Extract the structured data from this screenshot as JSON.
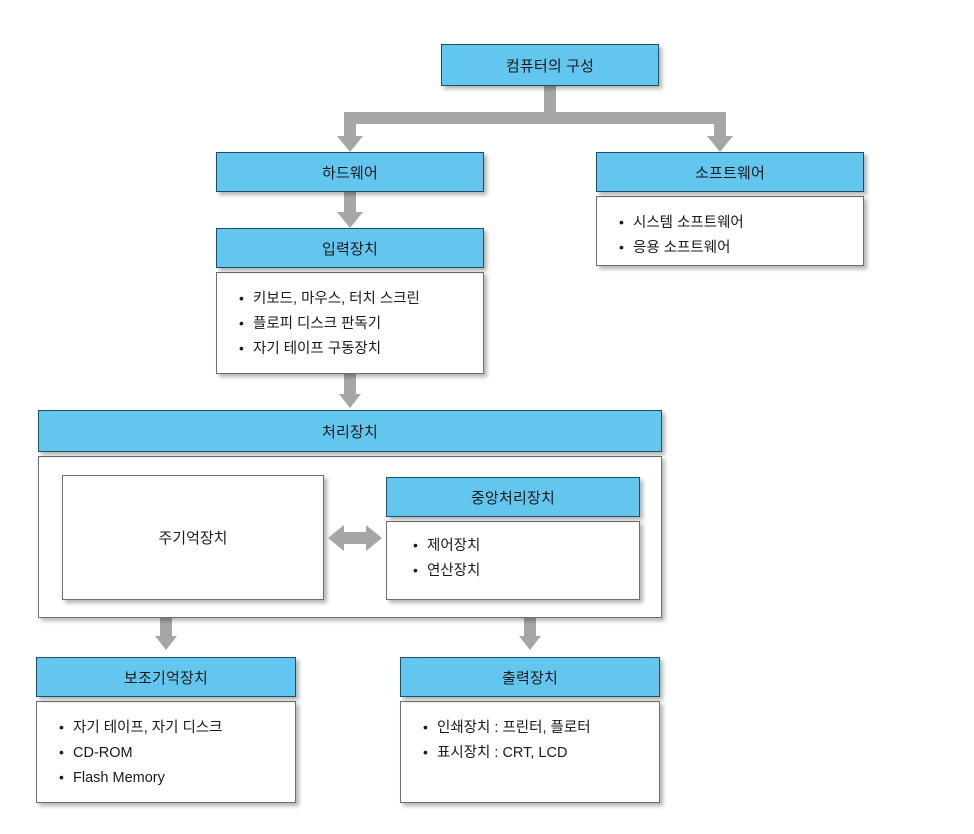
{
  "diagram": {
    "title": "컴퓨터의 구성",
    "type": "hierarchy-tree",
    "accent_color": "#63C6EF",
    "header_border_color": "#1C4F6B",
    "connector_color": "#A6A6A6",
    "body_border_color": "#6E6E6E",
    "background_color": "#FFFFFF"
  },
  "nodes": {
    "root": {
      "label": "컴퓨터의 구성"
    },
    "hardware": {
      "label": "하드웨어"
    },
    "software": {
      "label": "소프트웨어",
      "items": [
        "시스템 소프트웨어",
        "응용 소프트웨어"
      ]
    },
    "input_device": {
      "label": "입력장치",
      "items": [
        "키보드, 마우스, 터치 스크린",
        "플로피 디스크 판독기",
        "자기 테이프 구동장치"
      ]
    },
    "processing_unit": {
      "label": "처리장치",
      "main_memory": {
        "label": "주기억장치"
      },
      "cpu": {
        "label": "중앙처리장치",
        "items": [
          "제어장치",
          "연산장치"
        ]
      }
    },
    "aux_storage": {
      "label": "보조기억장치",
      "items": [
        "자기 테이프, 자기 디스크",
        "CD-ROM",
        "Flash Memory"
      ]
    },
    "output_device": {
      "label": "출력장치",
      "items": [
        "인쇄장치 : 프린터, 플로터",
        "표시장치 : CRT, LCD"
      ]
    }
  },
  "edges": [
    {
      "from": "root",
      "to": "hardware",
      "style": "elbow-arrow"
    },
    {
      "from": "root",
      "to": "software",
      "style": "elbow-arrow"
    },
    {
      "from": "hardware",
      "to": "input_device",
      "style": "straight-arrow"
    },
    {
      "from": "hardware",
      "to": "processing_unit",
      "style": "straight-arrow"
    },
    {
      "from": "processing_unit",
      "to": "aux_storage",
      "style": "straight-arrow"
    },
    {
      "from": "processing_unit",
      "to": "output_device",
      "style": "straight-arrow"
    },
    {
      "from": "main_memory",
      "to": "cpu",
      "style": "double-arrow"
    }
  ]
}
